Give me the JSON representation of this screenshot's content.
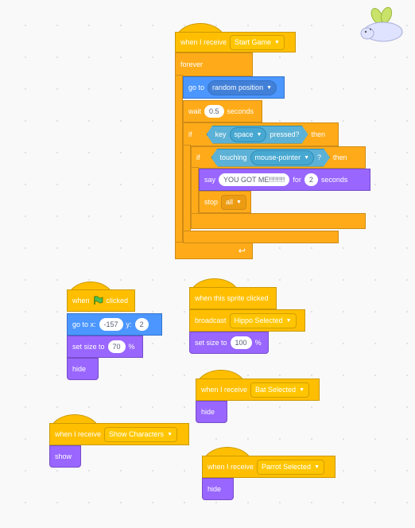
{
  "main_script": {
    "hat": {
      "label": "when I receive",
      "message": "Start Game"
    },
    "forever": "forever",
    "goto": {
      "label": "go to",
      "target": "random position"
    },
    "wait": {
      "label": "wait",
      "value": "0.5",
      "unit": "seconds"
    },
    "if_outer": {
      "if": "if",
      "then": "then",
      "cond": {
        "key": "key",
        "value": "space",
        "pressed": "pressed?"
      }
    },
    "if_inner": {
      "if": "if",
      "then": "then",
      "cond": {
        "label": "touching",
        "value": "mouse-pointer",
        "q": "?"
      }
    },
    "say": {
      "label": "say",
      "message": "YOU GOT ME!!!!!!!!",
      "for": "for",
      "value": "2",
      "unit": "seconds"
    },
    "stop": {
      "label": "stop",
      "value": "all"
    }
  },
  "flag_script": {
    "when": "when",
    "clicked": "clicked",
    "goto_xy": {
      "label": "go to x:",
      "x": "-157",
      "ylabel": "y:",
      "y": "2"
    },
    "size": {
      "label": "set size to",
      "value": "70",
      "unit": "%"
    },
    "hide": "hide"
  },
  "sprite_script": {
    "hat": "when this sprite clicked",
    "broadcast": {
      "label": "broadcast",
      "message": "Hippo Selected"
    },
    "size": {
      "label": "set size to",
      "value": "100",
      "unit": "%"
    }
  },
  "bat_script": {
    "hat": "when I receive",
    "message": "Bat Selected",
    "hide": "hide"
  },
  "characters_script": {
    "hat": "when I receive",
    "message": "Show Characters",
    "show": "show"
  },
  "parrot_script": {
    "hat": "when I receive",
    "message": "Parrot Selected",
    "hide": "hide"
  },
  "colors": {
    "events": "#ffbf00",
    "control": "#ffab19",
    "motion": "#4c97ff",
    "looks": "#9966ff",
    "sensing": "#5cb1d6"
  }
}
